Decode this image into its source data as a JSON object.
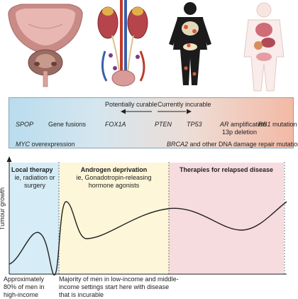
{
  "genes": {
    "potentially_curable": "Potentially curable",
    "currently_incurable": "Currently incurable",
    "spop": "SPOP",
    "gene_fusions": "Gene fusions",
    "foxa1": "FOX1A",
    "pten": "PTEN",
    "tp53": "TP53",
    "ar_amp": "AR",
    "ar_amp_rest": " amplification",
    "del13p": "13p deletion",
    "rb1": "RB1",
    "rb1_rest": " mutation",
    "myc": "MYC",
    "myc_rest": " overexpression",
    "brca2": "BRCA2",
    "brca2_rest": " and other DNA damage repair mutations"
  },
  "phases": {
    "local": {
      "title": "Local therapy",
      "sub": "ie, radiation or surgery"
    },
    "androgen": {
      "title": "Androgen deprivation",
      "sub": "ie, Gonadotropin-releasing hormone agonists"
    },
    "relapsed": {
      "title": "Therapies for relapsed disease"
    }
  },
  "y_axis_label": "Tumour growth",
  "footnotes": {
    "left": "Approximately 80% of men in high-income",
    "right": "Majority of men in low-income and middle-income settings start here with disease that is incurable"
  },
  "colors": {
    "local_bg": "#d6ecf6",
    "androgen_bg": "#fdf6d9",
    "relapsed_bg": "#f6dcdf"
  }
}
